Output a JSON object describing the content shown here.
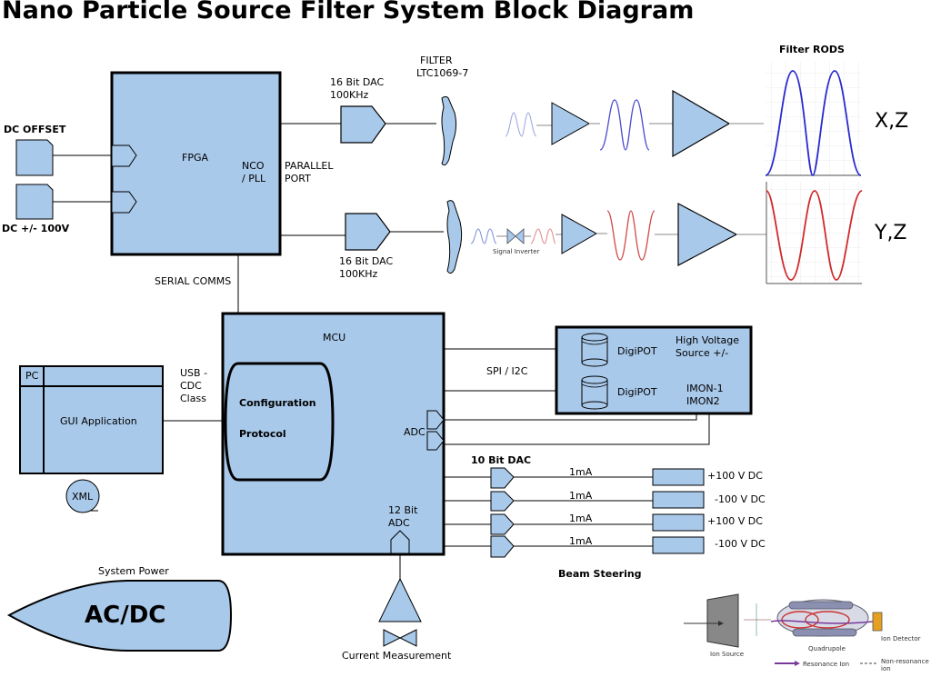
{
  "title": "Nano Particle Source Filter System Block Diagram",
  "labels": {
    "filter_rods": "Filter RODS",
    "dc_offset": "DC OFFSET",
    "dc_range": "DC +/- 100V",
    "fpga": "FPGA",
    "nco": "NCO",
    "pll": "/ PLL",
    "parallel": "PARALLEL",
    "port": "PORT",
    "dac_top_1": "16 Bit DAC",
    "dac_top_2": "100KHz",
    "dac_bot_1": "16 Bit DAC",
    "dac_bot_2": "100KHz",
    "filter_1": "FILTER",
    "filter_2": "LTC1069-7",
    "xz": "X,Z",
    "yz": "Y,Z",
    "signal_inverter": "Signal Inverter",
    "serial_comms": "SERIAL COMMS",
    "mcu": "MCU",
    "usb_1": "USB -",
    "usb_2": "CDC",
    "usb_3": "Class",
    "pc": "PC",
    "gui_app": "GUI Application",
    "xml": "XML",
    "config": "Configuration",
    "protocol": "Protocol",
    "spi_i2c": "SPI / I2C",
    "digipot_1": "DigiPOT",
    "digipot_2": "DigiPOT",
    "hv_1": "High Voltage",
    "hv_2": "Source +/-",
    "imon_1": "IMON-1",
    "imon_2": "IMON2",
    "adc": "ADC",
    "dac10": "10 Bit DAC",
    "ma_1": "1mA",
    "ma_2": "1mA",
    "ma_3": "1mA",
    "ma_4": "1mA",
    "v_1": "+100 V DC",
    "v_2": "-100 V DC",
    "v_3": "+100 V DC",
    "v_4": "-100 V DC",
    "adc12_1": "12 Bit",
    "adc12_2": "ADC",
    "beam_steering": "Beam Steering",
    "system_power": "System Power",
    "acdc": "AC/DC",
    "current_measurement": "Current Measurement",
    "ion_source": "Ion Source",
    "quadrupole": "Quadrupole",
    "ion_detector": "Ion Detector",
    "resonance_ion": "Resonance Ion",
    "non_resonance_1": "Non-resonance",
    "non_resonance_2": "ion"
  },
  "colors": {
    "block_fill": "#a9c9ea",
    "stroke": "#000000",
    "wave_blue": "#2a2ad0",
    "wave_red": "#d02a2a",
    "wave_small": "#7f8fd8"
  }
}
